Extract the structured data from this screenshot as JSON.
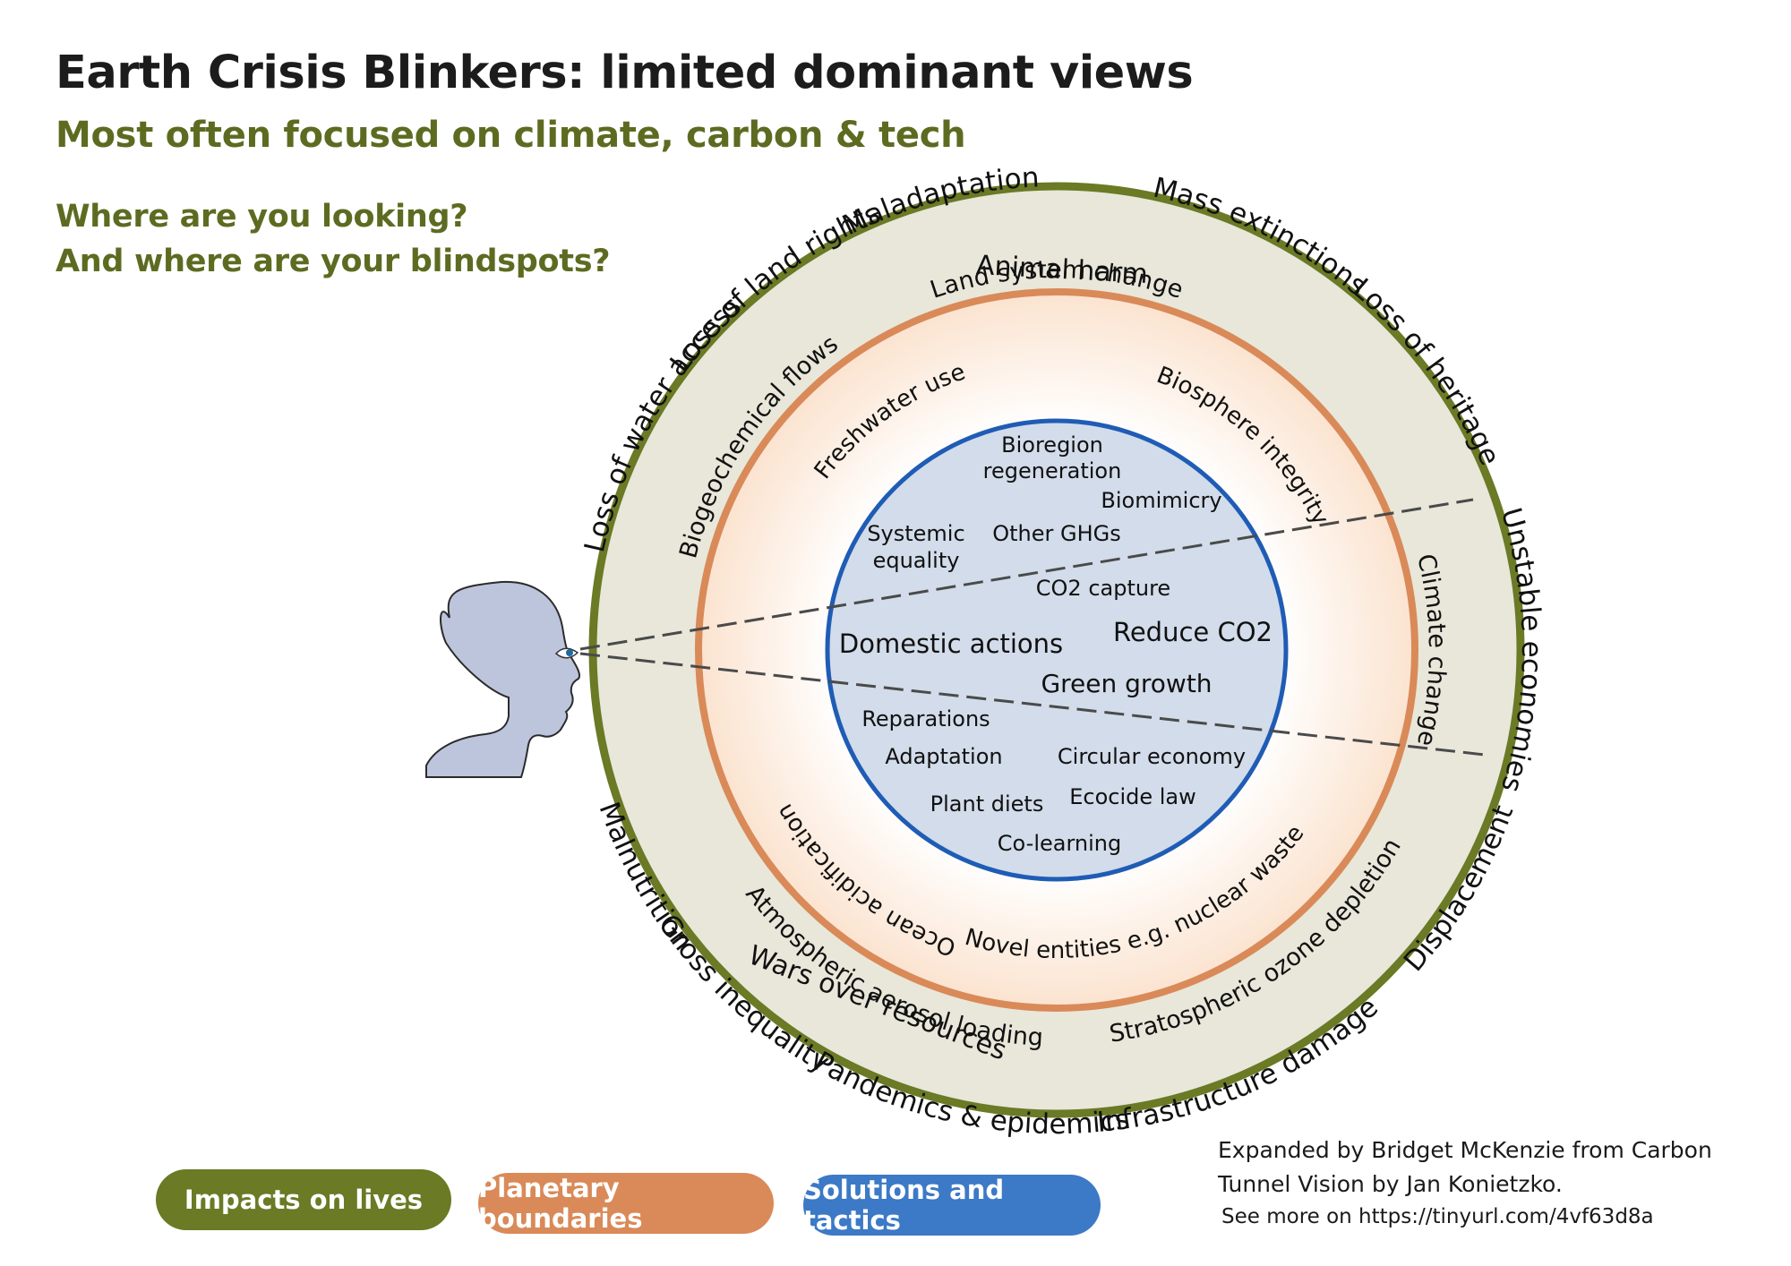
{
  "header": {
    "title": "Earth Crisis Blinkers: limited dominant views",
    "subtitle": "Most often focused on climate, carbon & tech",
    "question_1": "Where are you looking?",
    "question_2": "And where are your blindspots?"
  },
  "rings": {
    "impacts": {
      "color": "#6a7a25",
      "fill": "#e8e7da",
      "labels": [
        "Maladaptation",
        "Mass extinctions",
        "Animal harm",
        "Loss of land rights",
        "Loss of heritage",
        "Loss of water access",
        "Unstable economies",
        "Displacement",
        "Malnutrition",
        "Gross inequality",
        "Wars over resources",
        "Infrastructure damage",
        "Pandemics & epidemics"
      ]
    },
    "boundaries": {
      "color": "#d98a58",
      "labels": [
        "Land system change",
        "Freshwater use",
        "Biosphere integrity",
        "Biogeochemical flows",
        "Climate change",
        "Ocean acidification",
        "Novel entities e.g. nuclear waste",
        "Atmospheric aerosol loading",
        "Stratospheric ozone depletion"
      ]
    },
    "solutions": {
      "color": "#1f5cb5",
      "fill": "#d2dcea",
      "labels": {
        "bioregion_1": "Bioregion",
        "bioregion_2": "regeneration",
        "biomimicry": "Biomimicry",
        "systemic_1": "Systemic",
        "systemic_2": "equality",
        "other_ghgs": "Other GHGs",
        "co2_capture": "CO2 capture",
        "domestic": "Domestic actions",
        "reduce_co2": "Reduce CO2",
        "green_growth": "Green growth",
        "reparations": "Reparations",
        "adaptation": "Adaptation",
        "circular": "Circular economy",
        "plant_diets": "Plant diets",
        "ecocide": "Ecocide law",
        "colearning": "Co-learning"
      }
    }
  },
  "legend": {
    "impacts": "Impacts on lives",
    "boundaries": "Planetary boundaries",
    "solutions": "Solutions and tactics"
  },
  "credit": {
    "text": "Expanded by Bridget McKenzie from Carbon Tunnel Vision by Jan Konietzko.",
    "see_more": "See more on https://tinyurl.com/4vf63d8a"
  }
}
